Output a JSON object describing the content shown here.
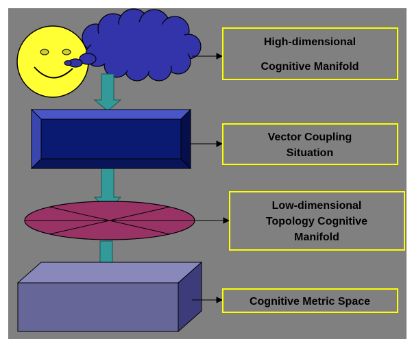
{
  "diagram": {
    "background_color": "#808080",
    "label_border_color": "#ffff00",
    "arrow_color": "#339999",
    "labels": {
      "high_dimensional": [
        "High-dimensional",
        "Cognitive Manifold"
      ],
      "vector_coupling": [
        "Vector Coupling",
        "Situation"
      ],
      "low_dimensional": [
        "Low-dimensional",
        "Topology Cognitive",
        "Manifold"
      ],
      "metric_space": [
        "Cognitive Metric Space"
      ]
    },
    "shapes": {
      "smiley": {
        "name": "smiley-face",
        "fill": "#ffff33"
      },
      "cloud": {
        "name": "thought-cloud",
        "fill": "#3333aa"
      },
      "box": {
        "name": "beveled-box",
        "fill": "#0a1a70"
      },
      "disc": {
        "name": "disc",
        "fill": "#993366"
      },
      "block": {
        "name": "3d-block",
        "fill": "#666699"
      }
    }
  }
}
